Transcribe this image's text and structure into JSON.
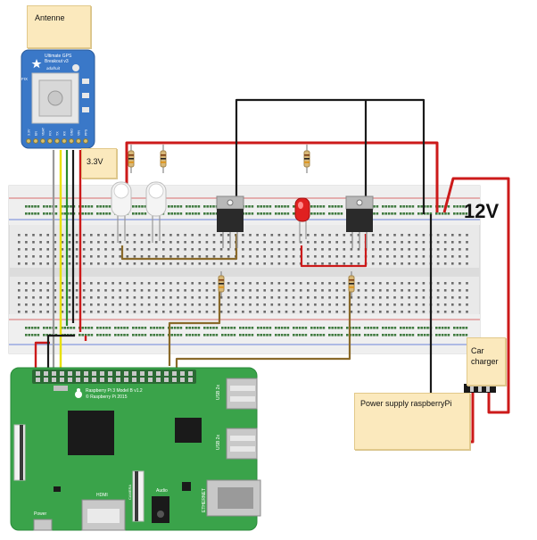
{
  "labels": {
    "antenna": "Antenne",
    "voltage_3v3": "3.3V",
    "voltage_12v": "12V",
    "car_charger": "Car charger",
    "power_supply": "Power supply raspberryPi"
  },
  "gps_board": {
    "title_line1": "Ultimate GPS",
    "title_line2": "Breakout v3",
    "brand": "adafruit",
    "fix_label": "FIX",
    "pins": [
      "3.3V",
      "EN",
      "VBAT",
      "FIX",
      "TX",
      "RX",
      "GND",
      "VIN",
      "PPS"
    ]
  },
  "pi_board": {
    "model": "Raspberry Pi 3 Model B v1.2",
    "copyright": "© Raspberry Pi 2015",
    "usb_label": "USB 2x",
    "ethernet_label": "ETHERNET",
    "hdmi_label": "HDMI",
    "audio_label": "Audio",
    "power_label": "Power",
    "camera_label": "CAMERA"
  },
  "colors": {
    "wire_red": "#cc1a1a",
    "wire_black": "#1a1a1a",
    "wire_brown": "#8a6a2a",
    "wire_yellow": "#e8e000",
    "wire_gray": "#9a9a9a",
    "wire_green": "#2a8a2a",
    "pi_green": "#3aa34a",
    "gps_blue": "#3a78c8",
    "led_red": "#e02020",
    "note_fill": "#fbe9bd"
  }
}
